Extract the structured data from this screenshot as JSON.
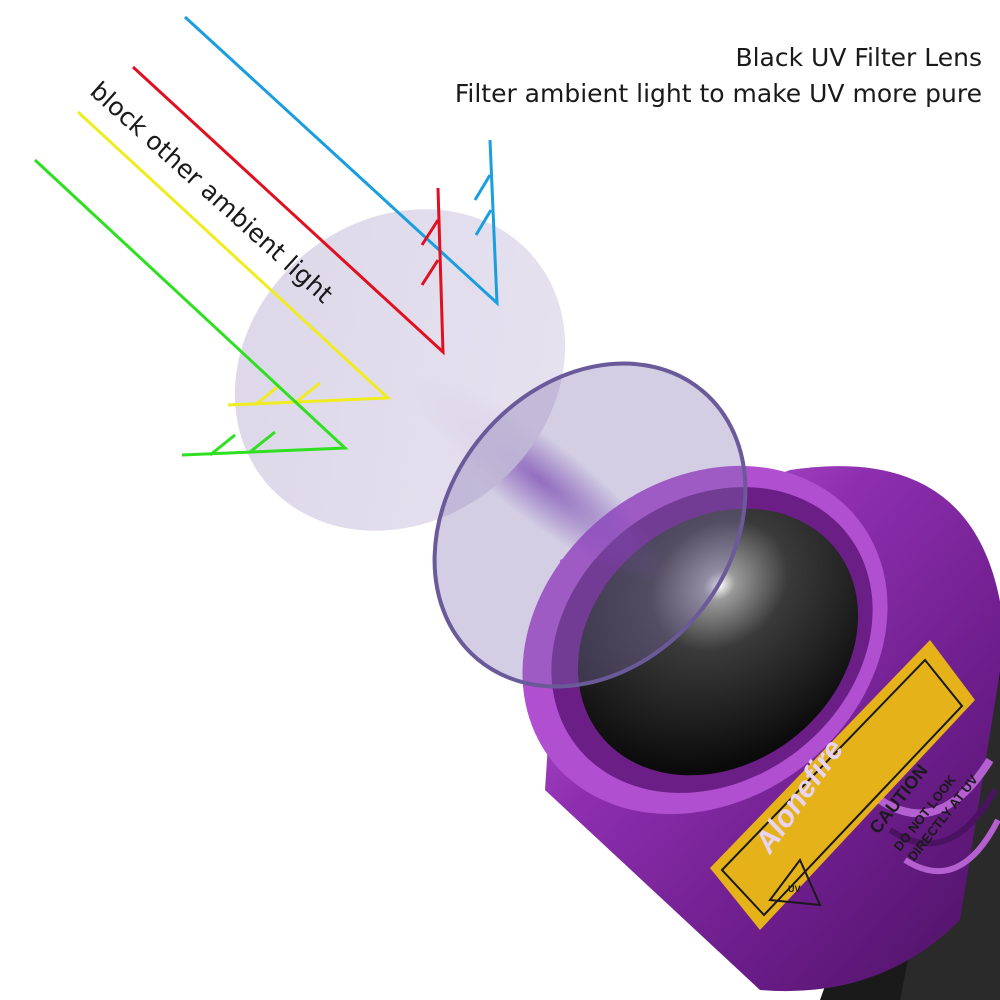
{
  "header": {
    "title": "Black UV Filter Lens",
    "subtitle": "Filter ambient light to make UV more pure"
  },
  "annotation": {
    "text": "block other ambient light"
  },
  "rays": [
    {
      "color": "#1a9ee0",
      "name": "blue"
    },
    {
      "color": "#e01020",
      "name": "red"
    },
    {
      "color": "#f0ec20",
      "name": "yellow"
    },
    {
      "color": "#2ee020",
      "name": "green"
    }
  ],
  "flashlight": {
    "brand": "Alonefire",
    "label_warning": "CAUTION",
    "label_line1": "DO NOT LOOK",
    "label_line2": "DIRECTLY AT UV",
    "label_badge": "UV",
    "body_color": "#8a2aa8"
  }
}
